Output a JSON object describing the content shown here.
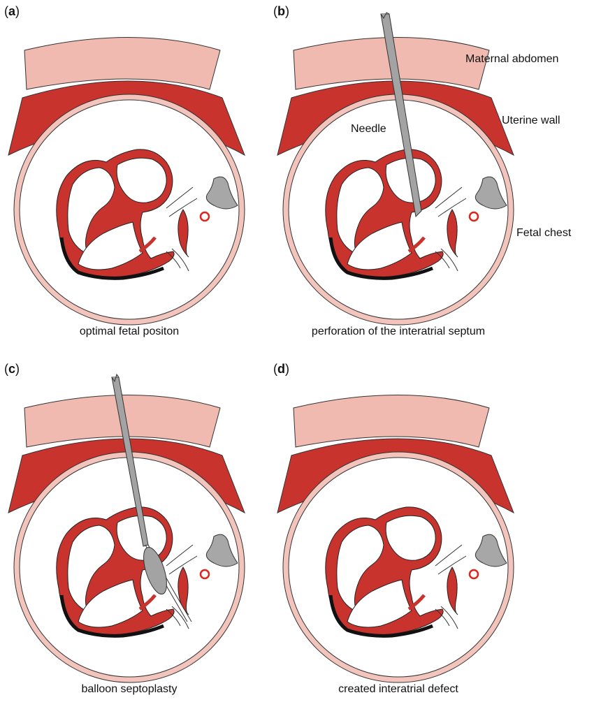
{
  "panels": [
    {
      "letter": "a",
      "caption": "optimal fetal positon"
    },
    {
      "letter": "b",
      "caption": "perforation of the interatrial septum"
    },
    {
      "letter": "c",
      "caption": "balloon septoplasty"
    },
    {
      "letter": "d",
      "caption": "created interatrial defect"
    }
  ],
  "labels": {
    "maternal_abdomen": "Maternal abdomen",
    "uterine_wall": "Uterine wall",
    "needle": "Needle",
    "fetal_chest": "Fetal chest"
  },
  "colors": {
    "abdomen": "#f0bab0",
    "uterine_wall": "#c8332e",
    "chest_ring": "#f2c4bb",
    "myocardium": "#c8332e",
    "needle": "#a3a3a3",
    "vertebra": "#a7a7a7",
    "aorta_ring": "#e2231a"
  }
}
